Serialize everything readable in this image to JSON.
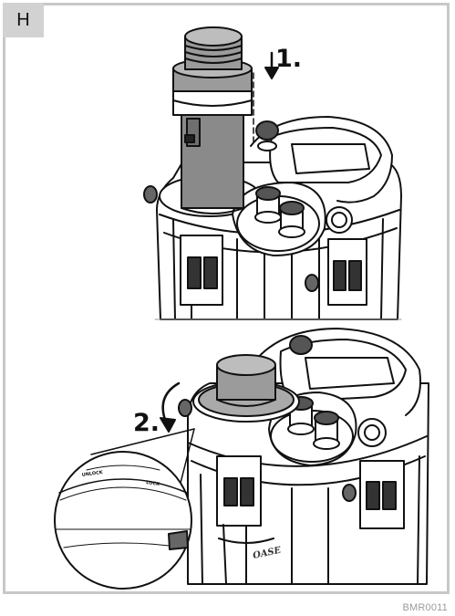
{
  "panel_label": "H",
  "figure_code": "BMR0011",
  "steps": [
    {
      "label": "1."
    },
    {
      "label": "2."
    }
  ],
  "lid_marks": {
    "unlock": "UNLOCK",
    "lock": "LOCK"
  },
  "brand_mark": "OASE",
  "colors": {
    "line": "#111111",
    "gray_cylinder": "#8a8a8a",
    "cap_gray": "#9b9b9b",
    "frame": "#c8c8c8",
    "tab": "#d2d2d2"
  },
  "icons": [
    "down-arrow-icon",
    "rotate-arrow-icon"
  ]
}
